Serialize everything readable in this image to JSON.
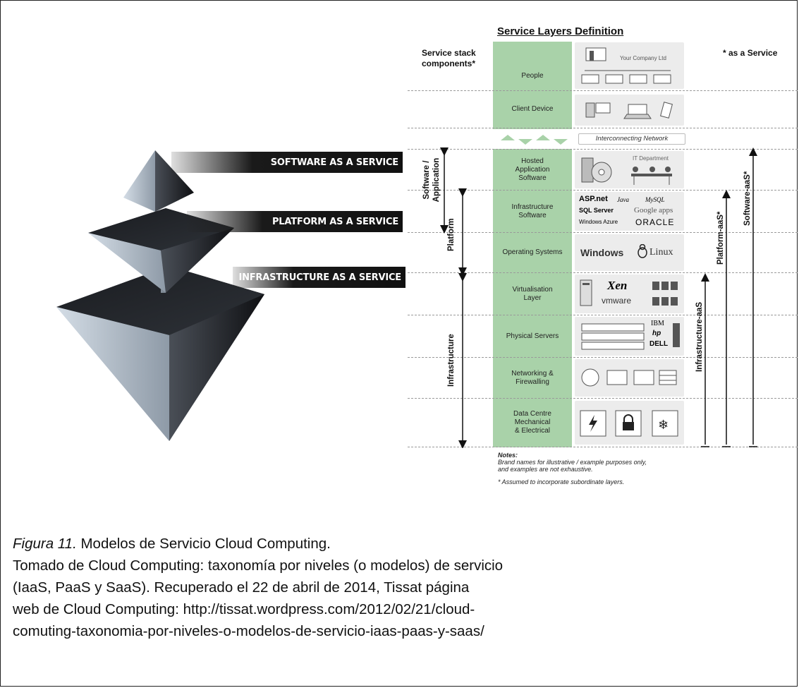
{
  "diagram": {
    "title": "Service Layers Definition",
    "left_header": "Service stack components*",
    "right_header": "* as a Service",
    "pyramid_labels": {
      "saas": "SOFTWARE AS A SERVICE",
      "paas": "PLATFORM AS A SERVICE",
      "iaas": "INFRASTRUCTURE AS A SERVICE"
    },
    "layers": [
      {
        "name": "People",
        "detail": "Your Company Ltd"
      },
      {
        "name": "Client Device"
      },
      {
        "name": "Hosted Application Software",
        "detail": "IT Department"
      },
      {
        "name": "Infrastructure Software"
      },
      {
        "name": "Operating Systems"
      },
      {
        "name": "Virtualisation Layer"
      },
      {
        "name": "Physical Servers"
      },
      {
        "name": "Networking & Firewalling"
      },
      {
        "name": "Data Centre Mechanical & Electrical"
      }
    ],
    "interconnecting_network": "Interconnecting Network",
    "brands": {
      "aspnet": "ASP.net",
      "java": "Java",
      "mysql": "MySQL",
      "sqlserver": "SQL Server",
      "googleapps": "Google apps",
      "windowsazure": "Windows Azure",
      "oracle": "ORACLE",
      "windows": "Windows",
      "linux": "Linux",
      "xen": "Xen",
      "vmware": "vmware",
      "ibm": "IBM",
      "hp": "hp",
      "dell": "DELL"
    },
    "left_brackets": {
      "software": "Software / Application",
      "platform": "Platform",
      "infrastructure": "Infrastructure"
    },
    "right_arrows": {
      "iaas": "Infrastructure-aaS",
      "paas": "Platform-aaS*",
      "saas": "Software-aaS*"
    },
    "notes": {
      "heading": "Notes:",
      "line1": "Brand names for illustrative / example purposes only,",
      "line2": "and examples are not exhaustive.",
      "line3": "* Assumed to incorporate subordinate layers."
    }
  },
  "caption": {
    "figure_label": "Figura 11.",
    "figure_title": " Modelos de Servicio Cloud Computing.",
    "source_line1": "Tomado de Cloud Computing: taxonomía por niveles (o modelos) de servicio",
    "source_line2": "(IaaS, PaaS y SaaS). Recuperado  el 22 de abril de 2014, Tissat  página",
    "source_line3": "web de  Cloud Computing: http://tissat.wordpress.com/2012/02/21/cloud-",
    "source_line4": "comuting-taxonomia-por-niveles-o-modelos-de-servicio-iaas-paas-y-saas/"
  },
  "colors": {
    "layer_green": "#a9d2a9",
    "banner_dark": "#111111",
    "icon_gray": "#ececec"
  }
}
